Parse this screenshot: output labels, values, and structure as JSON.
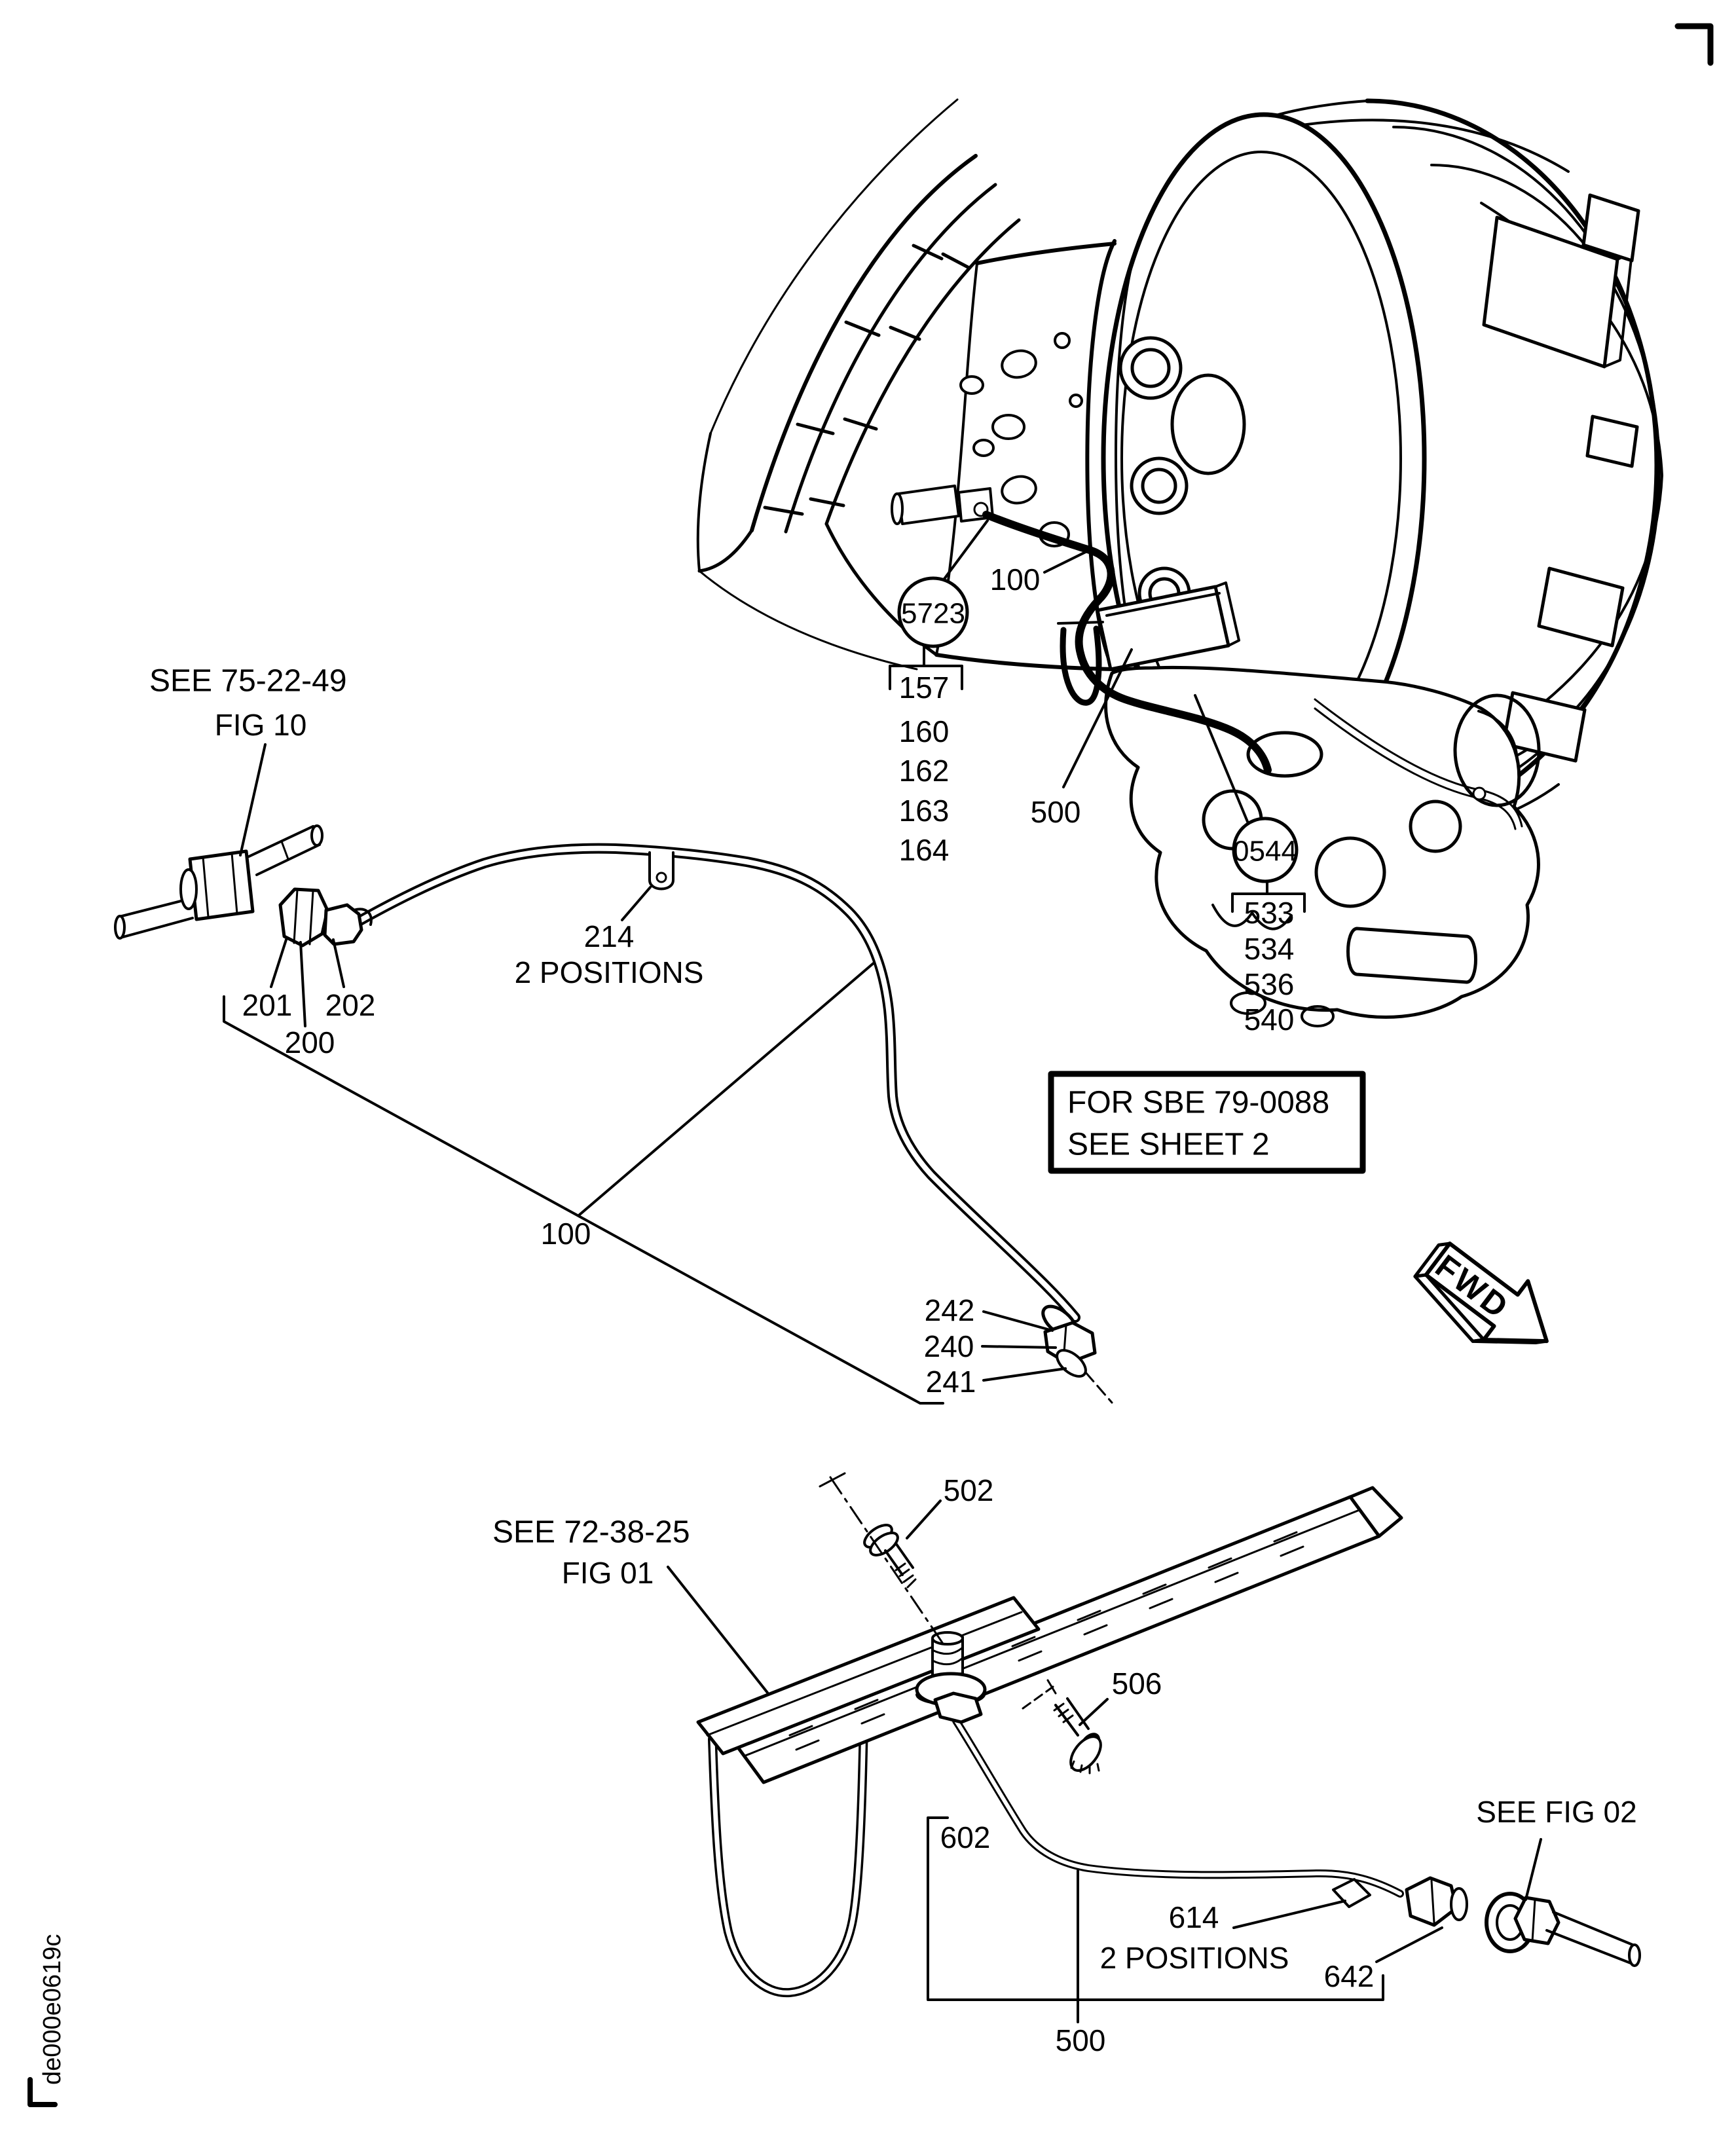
{
  "figure": {
    "drawing_id": "de000e0619c",
    "fwd_label": "FWD",
    "note_box": {
      "line1": "FOR SBE 79-0088",
      "line2": "SEE SHEET 2"
    },
    "references": {
      "ref_75_22_49": {
        "line1": "SEE 75-22-49",
        "line2": "FIG 10"
      },
      "ref_72_38_25": {
        "line1": "SEE 72-38-25",
        "line2": "FIG 01"
      },
      "ref_fig_02": "SEE FIG 02"
    },
    "balloons": {
      "b5723": {
        "id": "5723",
        "items": [
          "157",
          "160",
          "162",
          "163",
          "164"
        ]
      },
      "b0544": {
        "id": "0544",
        "items": [
          "533",
          "534",
          "536",
          "540"
        ]
      }
    },
    "items": {
      "tube_100_engine": "100",
      "tube_100_mid": "100",
      "clip_500_engine": "500",
      "clamp_214": "214",
      "clamp_214_note": "2 POSITIONS",
      "nut_201": "201",
      "union_202": "202",
      "tube_200": "200",
      "ferrule_242": "242",
      "nut_240": "240",
      "sleeve_241": "241",
      "bolt_502": "502",
      "bolt_506": "506",
      "tube_602": "602",
      "sleeve_614": "614",
      "note_614_positions": "2 POSITIONS",
      "nut_642": "642",
      "assy_500": "500"
    }
  }
}
